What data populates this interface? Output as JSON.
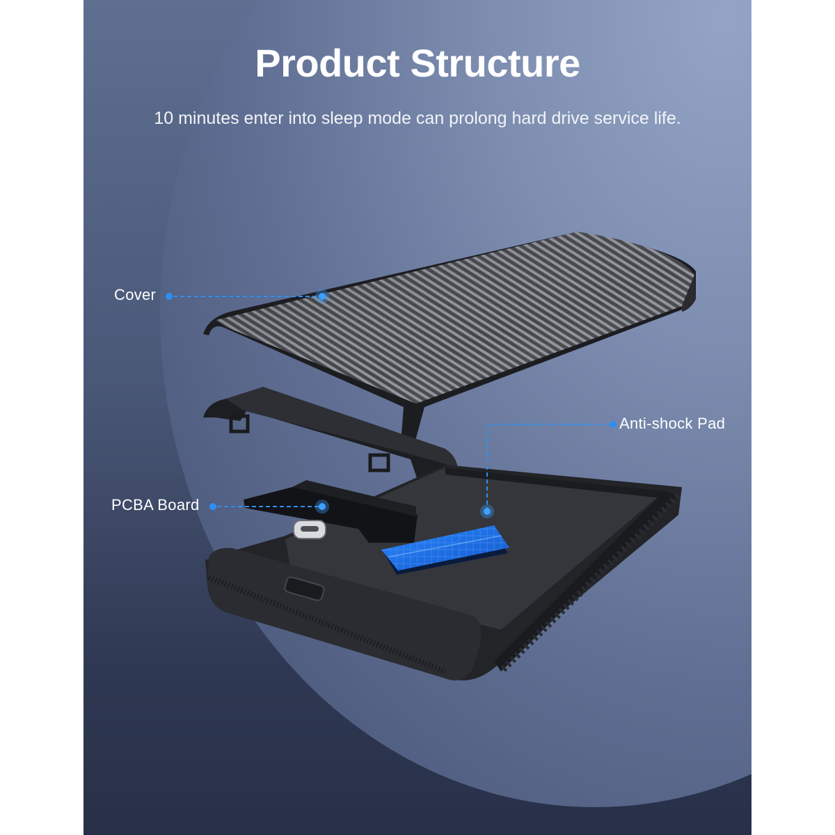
{
  "header": {
    "title": "Product Structure",
    "subtitle": "10 minutes enter into sleep mode can prolong hard drive service life."
  },
  "callouts": [
    {
      "label": "Cover",
      "part": "top-cover"
    },
    {
      "label": "Anti-shock Pad",
      "part": "blue-pad"
    },
    {
      "label": "PCBA Board",
      "part": "usb-c-board"
    }
  ],
  "colors": {
    "accent": "#2f8ff0",
    "panel_top": "#5e6f91",
    "panel_bottom": "#283049",
    "pad_blue": "#1f6fe0",
    "shell": "#1e1f23"
  }
}
